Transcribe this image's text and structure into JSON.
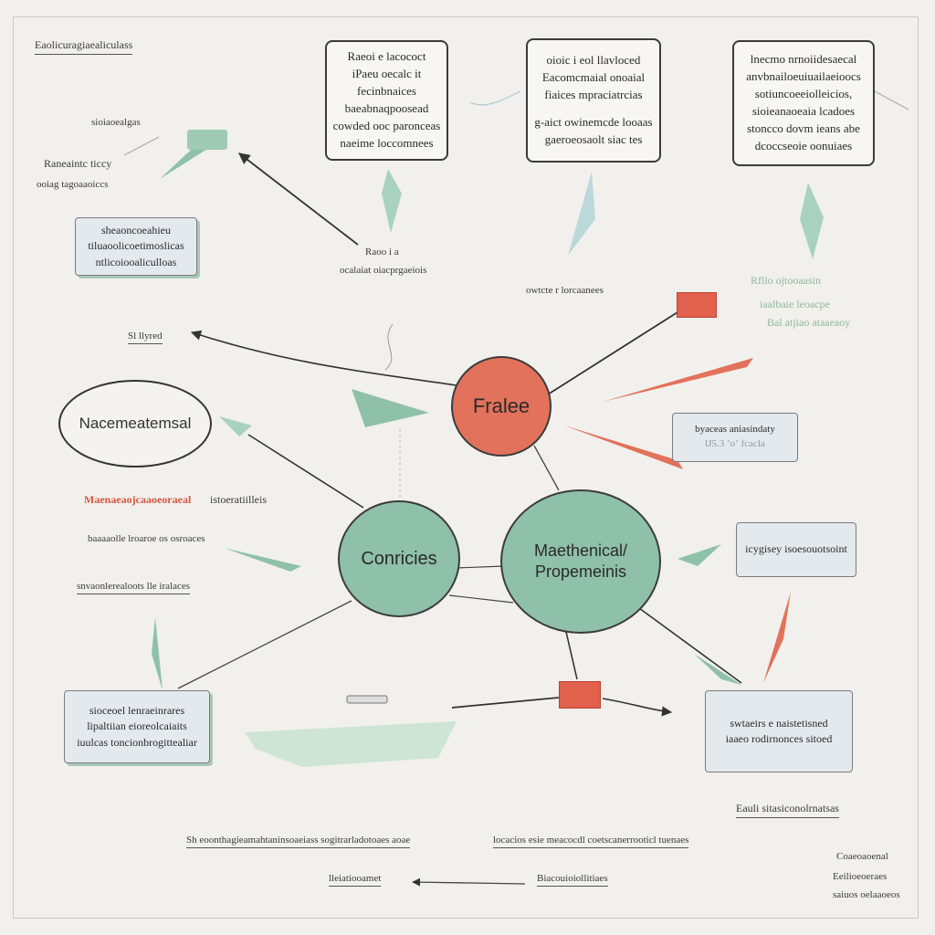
{
  "colors": {
    "coral": "#e2725b",
    "sage": "#8fc0aa",
    "ink": "#333333",
    "paper": "#f1f0ec",
    "pale_box": "#e4e9ee"
  },
  "nodes": {
    "core": "Fralee",
    "left_center": "Conricies",
    "right_center_line1": "Maethenical/",
    "right_center_line2": "Propemeinis",
    "ellipse": "Nacemeatemsal"
  },
  "top_boxes": [
    {
      "lines": [
        "Raeoi e lacococt",
        "iPaeu oecalc it",
        "fecinbnaices",
        "baeabnaqpoosead",
        "cowded ooc paronceas",
        "naeime loccomnees"
      ]
    },
    {
      "lines": [
        "oioic i eol llavloced",
        "Eacomcmaial onoaial",
        "fiaices mpraciatrcias",
        "",
        "g-aict owinemcde looaas",
        "gaeroeosaolt siac tes"
      ]
    },
    {
      "lines": [
        "lnecmo nrnoiidesaecal",
        "anvbnailoeuiuailaeioocs",
        "sotiuncoeeiolleicios,",
        "sioieanaoeaia lcadoes",
        "stoncco dovm ieans abe",
        "dcoccseoie oonuiaes"
      ]
    }
  ],
  "side_boxes": {
    "left_top": [
      "sheaoncoeahieu",
      "tiluaoolicoetimoslicas",
      "ntlicoiooaliculloas"
    ],
    "left_bottom": [
      "sioceoel lenraeinrares",
      "lipaltiian eioreolcaiaits",
      "iuulcas toncionbrogittealiar"
    ],
    "right_mid": [
      "byaceas aniasindaty",
      "lJ5.3 ʼoʼ fcacla"
    ],
    "right_lower": [
      "icygisey isoesouotsoint"
    ],
    "right_bottom": [
      "swtaeirs e naistetisned",
      "iaaeo rodirnonces sitoed"
    ]
  },
  "notes": {
    "top_left_heading": "Eaolicuragiaealiculass",
    "tl1": "sioiaoealgas",
    "tl2": "Raneaintc ticcy",
    "tl3": "ooiag tagoaaoiccs",
    "under_box1": "Raoo i a",
    "under_box1b": "ocalaiat oiacprgaeiois",
    "under_box2": "owtcte r lorcaanees",
    "left_small": "Sl llyred",
    "red_line": "Maenaeaojcaaoeoraeal",
    "red_line_tail": "istoeratiilleis",
    "left_mid1": "baaaaolle lroaroe os osroaces",
    "left_mid2": "snvaonlerealoots lle iralaces",
    "green_note1": "Rfllo ojtooaasin",
    "green_note2": "iaalbaie leoacpe",
    "green_note3": "Bal atjiao ataaeaoy",
    "bottom_right_heading": "Eauli sitasiconolrnatsas",
    "bottom1": "Sh eoonthagieamahtaninsoaeiass sogitrarladotoaes aoae",
    "bottom2": "locacios esie meacocdl coetscanerrooticl tuenaes",
    "bottom3": "lleiatiooamet",
    "bottom4": "Biacouioiollitiaes",
    "br1": "Coaeoaoenal",
    "br2": "Eeilioeoeraes",
    "br3": "saiuos oelaaoeos"
  }
}
